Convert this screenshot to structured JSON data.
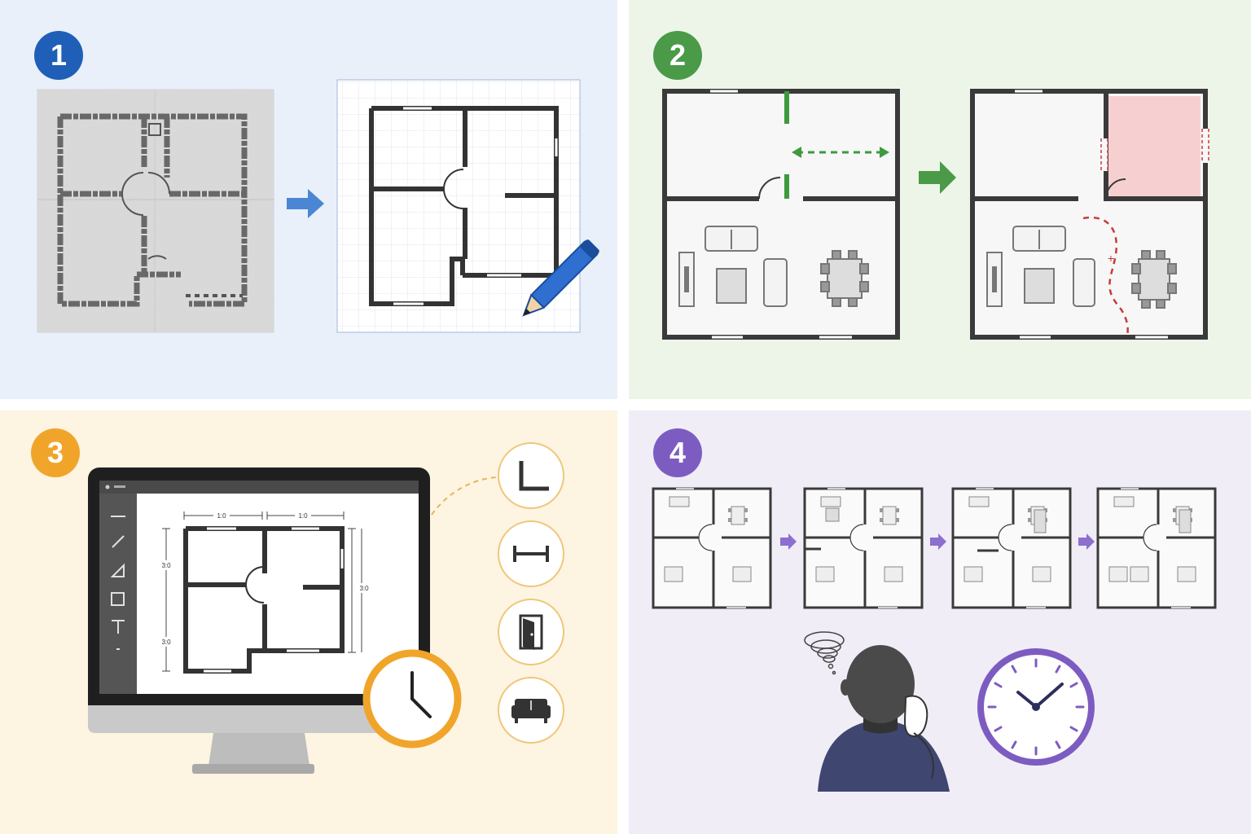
{
  "colors": {
    "step1": "#1f5fb8",
    "step2": "#4a9a48",
    "step3": "#f0a52a",
    "step4": "#7d5cc2",
    "panel1_bg": "#e9f0fa",
    "panel2_bg": "#edf5e9",
    "panel3_bg": "#fdf4e2",
    "panel4_bg": "#f0edf7",
    "wall": "#3a3a3a",
    "highlight_room": "#f6d0d0",
    "path": "#c83a3a"
  },
  "steps": [
    {
      "number": "1",
      "badge_color": "#1f5fb8",
      "content": "scan-old-paper-plan-then-redraw-digitally"
    },
    {
      "number": "2",
      "badge_color": "#4a9a48",
      "content": "move-wall-and-compare-layout"
    },
    {
      "number": "3",
      "badge_color": "#f0a52a",
      "content": "draw-plan-in-cad-software-with-tools"
    },
    {
      "number": "4",
      "badge_color": "#7d5cc2",
      "content": "iterate-many-layouts-over-time"
    }
  ],
  "cad": {
    "dimensions": {
      "top_left": "1:0",
      "top_right": "1:0",
      "left_upper": "3:0",
      "left_lower": "3:0",
      "right": "3:0"
    }
  },
  "tools": [
    {
      "name": "wall-tool",
      "icon": "wall-corner-icon"
    },
    {
      "name": "dimension-tool",
      "icon": "dimension-icon"
    },
    {
      "name": "door-tool",
      "icon": "door-icon"
    },
    {
      "name": "furniture-tool",
      "icon": "sofa-icon"
    }
  ]
}
